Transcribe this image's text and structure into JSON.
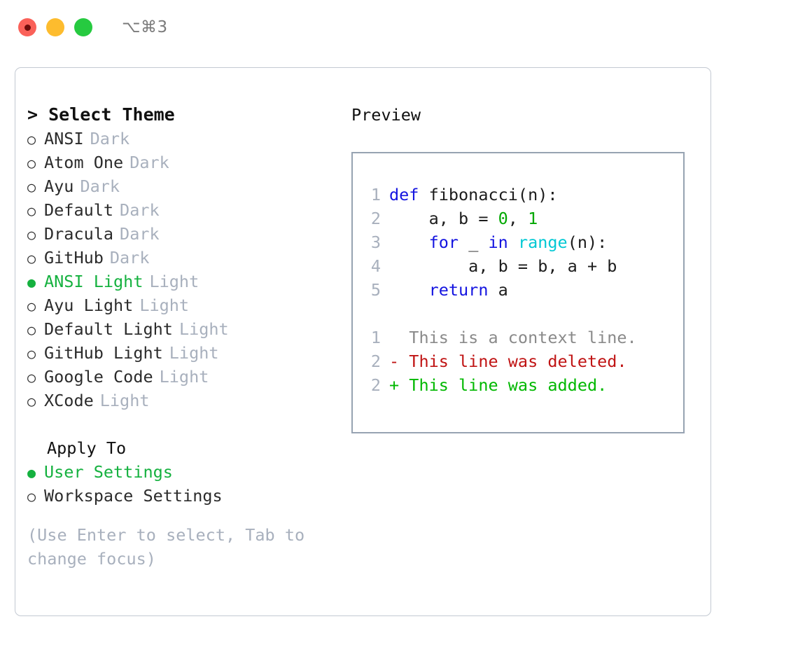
{
  "titlebar": {
    "shortcut": "⌥⌘3",
    "lights": [
      "close-red",
      "minimize-amber",
      "maximize-green"
    ]
  },
  "theme_picker": {
    "header": "> Select Theme",
    "bullet_off": "○",
    "bullet_on": "●",
    "items": [
      {
        "name": "ANSI",
        "tag": "Dark",
        "selected": false
      },
      {
        "name": "Atom One",
        "tag": "Dark",
        "selected": false
      },
      {
        "name": "Ayu",
        "tag": "Dark",
        "selected": false
      },
      {
        "name": "Default",
        "tag": "Dark",
        "selected": false
      },
      {
        "name": "Dracula",
        "tag": "Dark",
        "selected": false
      },
      {
        "name": "GitHub",
        "tag": "Dark",
        "selected": false
      },
      {
        "name": "ANSI Light",
        "tag": "Light",
        "selected": true
      },
      {
        "name": "Ayu Light",
        "tag": "Light",
        "selected": false
      },
      {
        "name": "Default Light",
        "tag": "Light",
        "selected": false
      },
      {
        "name": "GitHub Light",
        "tag": "Light",
        "selected": false
      },
      {
        "name": "Google Code",
        "tag": "Light",
        "selected": false
      },
      {
        "name": "XCode",
        "tag": "Light",
        "selected": false
      }
    ]
  },
  "apply_to": {
    "title": "Apply To",
    "options": [
      {
        "name": "User Settings",
        "selected": true
      },
      {
        "name": "Workspace Settings",
        "selected": false
      }
    ]
  },
  "hint": "(Use Enter to select, Tab to change focus)",
  "preview": {
    "title": "Preview",
    "code_lines": [
      {
        "n": "1",
        "parts": [
          {
            "t": "def ",
            "c": "kw"
          },
          {
            "t": "fibonacci(n):",
            "c": ""
          }
        ]
      },
      {
        "n": "2",
        "parts": [
          {
            "t": "    a, b = ",
            "c": ""
          },
          {
            "t": "0",
            "c": "num"
          },
          {
            "t": ", ",
            "c": ""
          },
          {
            "t": "1",
            "c": "num"
          }
        ]
      },
      {
        "n": "3",
        "parts": [
          {
            "t": "    ",
            "c": ""
          },
          {
            "t": "for",
            "c": "kw"
          },
          {
            "t": " _ ",
            "c": ""
          },
          {
            "t": "in",
            "c": "kw"
          },
          {
            "t": " ",
            "c": ""
          },
          {
            "t": "range",
            "c": "fn"
          },
          {
            "t": "(n):",
            "c": ""
          }
        ]
      },
      {
        "n": "4",
        "parts": [
          {
            "t": "        a, b = b, a + b",
            "c": ""
          }
        ]
      },
      {
        "n": "5",
        "parts": [
          {
            "t": "    ",
            "c": ""
          },
          {
            "t": "return",
            "c": "kw"
          },
          {
            "t": " a",
            "c": ""
          }
        ]
      }
    ],
    "diff_lines": [
      {
        "n": "1",
        "text": "  This is a context line.",
        "kind": "ctx"
      },
      {
        "n": "2",
        "text": "- This line was deleted.",
        "kind": "del"
      },
      {
        "n": "2",
        "text": "+ This line was added.",
        "kind": "add"
      }
    ]
  },
  "colors": {
    "accent_green": "#15b13f",
    "muted": "#a8b0bd",
    "keyword": "#1414e0",
    "function": "#00c8d4",
    "number": "#00a800",
    "deleted": "#c01414",
    "added": "#00b800",
    "panel_border": "#c3c9d2",
    "preview_border": "#97a3b2"
  }
}
